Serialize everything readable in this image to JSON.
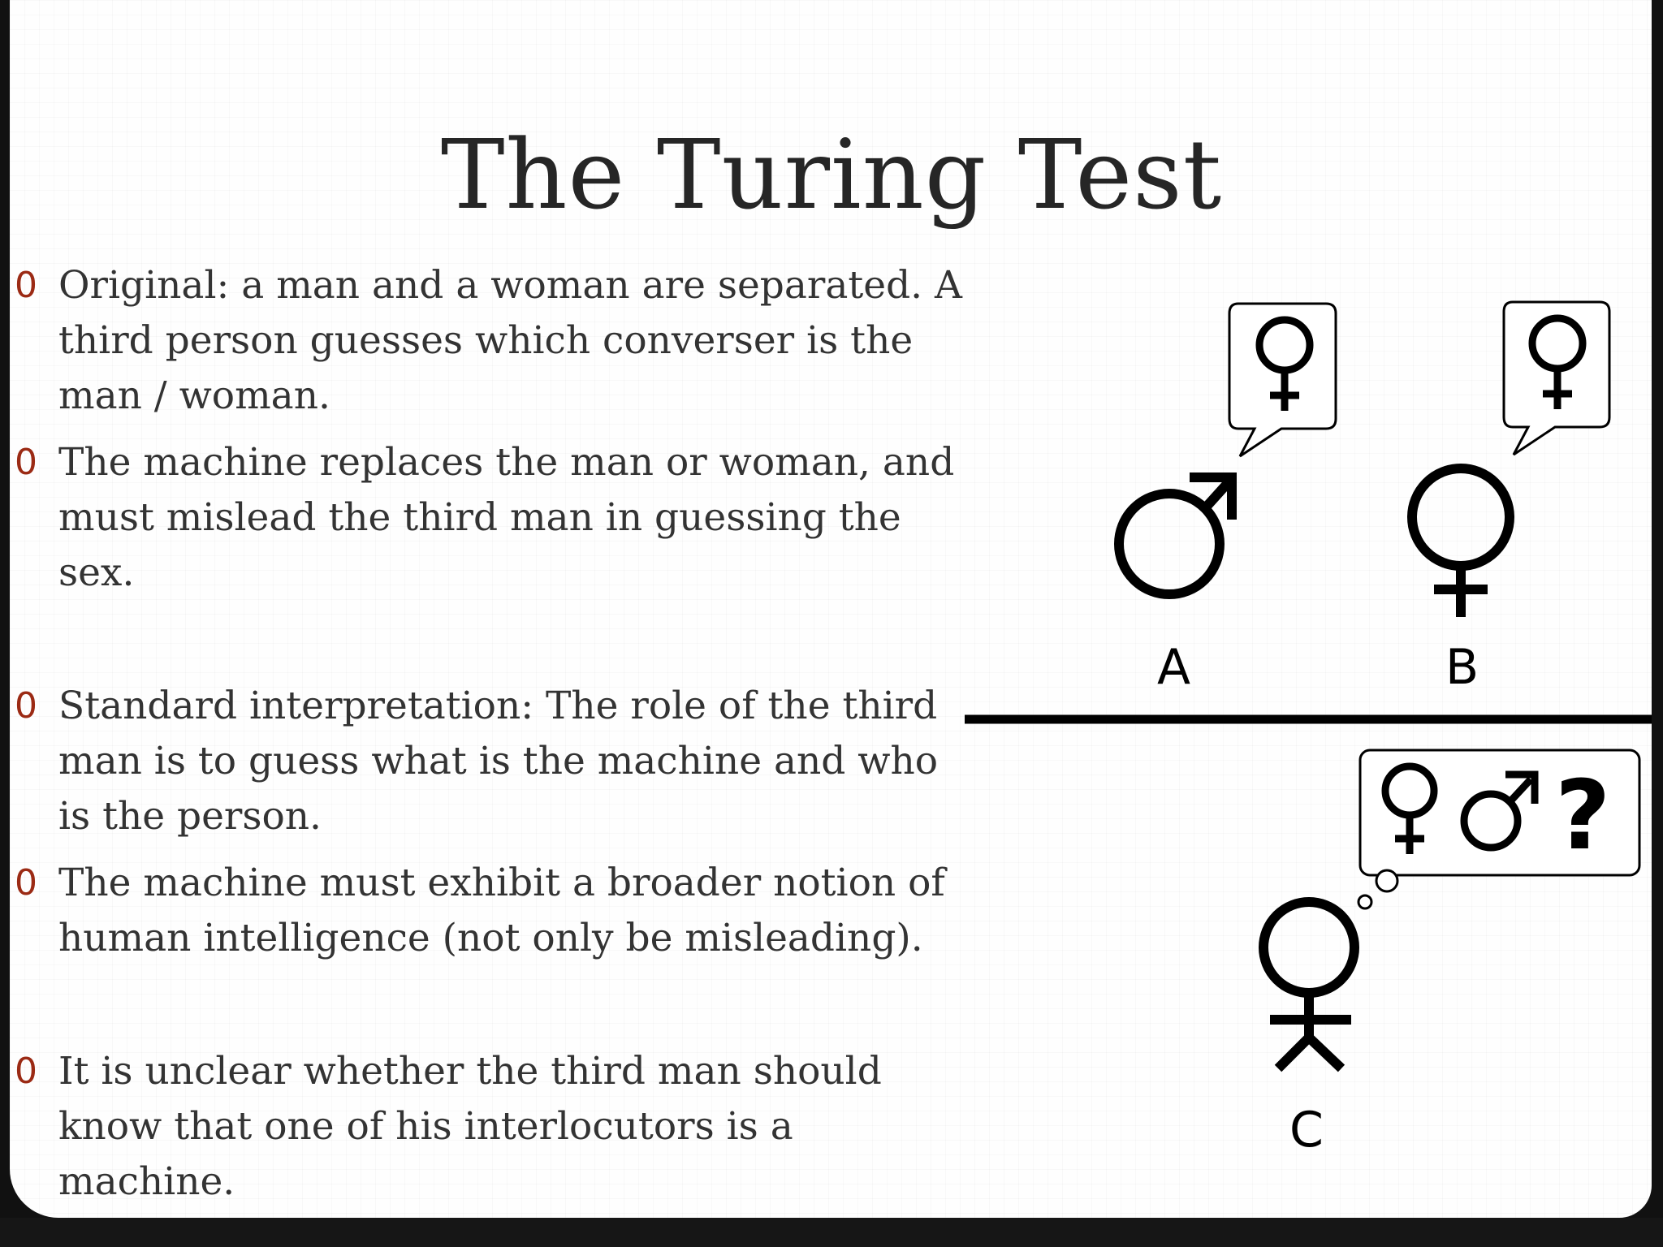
{
  "slide": {
    "title": "The Turing Test",
    "bullet_marker": "0",
    "bullets": [
      "Original: a man and a woman are separated. A third person guesses which converser is the man / woman.",
      "The machine replaces the man or woman, and must mislead the third man in guessing the sex.",
      "Standard interpretation: The role of the third man is to guess what is the machine and who is the person.",
      "The machine must exhibit a broader notion of human intelligence (not only be misleading).",
      "It is unclear whether the third man should know that one of his interlocutors is a machine."
    ]
  },
  "diagram": {
    "label_a": "A",
    "label_b": "B",
    "label_c": "C",
    "question_mark": "?",
    "icons": [
      "male-symbol-icon",
      "female-symbol-icon",
      "speech-bubble-icon",
      "thought-bubble-icon",
      "person-figure-icon"
    ]
  }
}
